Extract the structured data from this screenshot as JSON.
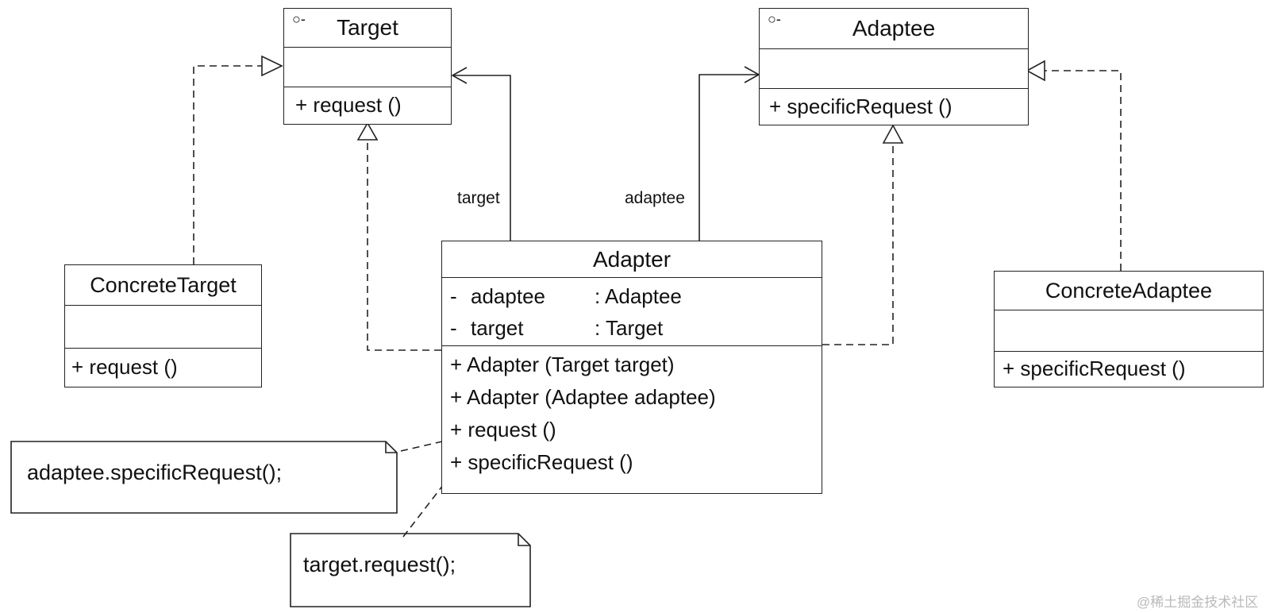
{
  "classes": {
    "target": {
      "name": "Target",
      "icon": "interface-circle-icon",
      "ops": [
        "+ request ()"
      ]
    },
    "adaptee": {
      "name": "Adaptee",
      "icon": "interface-circle-icon",
      "ops": [
        "+ specificRequest ()"
      ]
    },
    "adapter": {
      "name": "Adapter",
      "attrs": [
        {
          "vis": "-",
          "name": "adaptee",
          "type": ": Adaptee"
        },
        {
          "vis": "-",
          "name": "target",
          "type": ": Target"
        }
      ],
      "ops": [
        "+ Adapter (Target target)",
        "+ Adapter (Adaptee adaptee)",
        "+ request ()",
        "+ specificRequest ()"
      ]
    },
    "concrete_target": {
      "name": "ConcreteTarget",
      "ops": [
        "+ request ()"
      ]
    },
    "concrete_adaptee": {
      "name": "ConcreteAdaptee",
      "ops": [
        "+ specificRequest ()"
      ]
    }
  },
  "associations": {
    "target_label": "target",
    "adaptee_label": "adaptee"
  },
  "notes": {
    "adaptee_call": "adaptee.specificRequest();",
    "target_call": "target.request();"
  },
  "watermark": "@稀土掘金技术社区",
  "colors": {
    "line": "#222222",
    "background": "#ffffff",
    "watermark": "#b9b9b9"
  }
}
